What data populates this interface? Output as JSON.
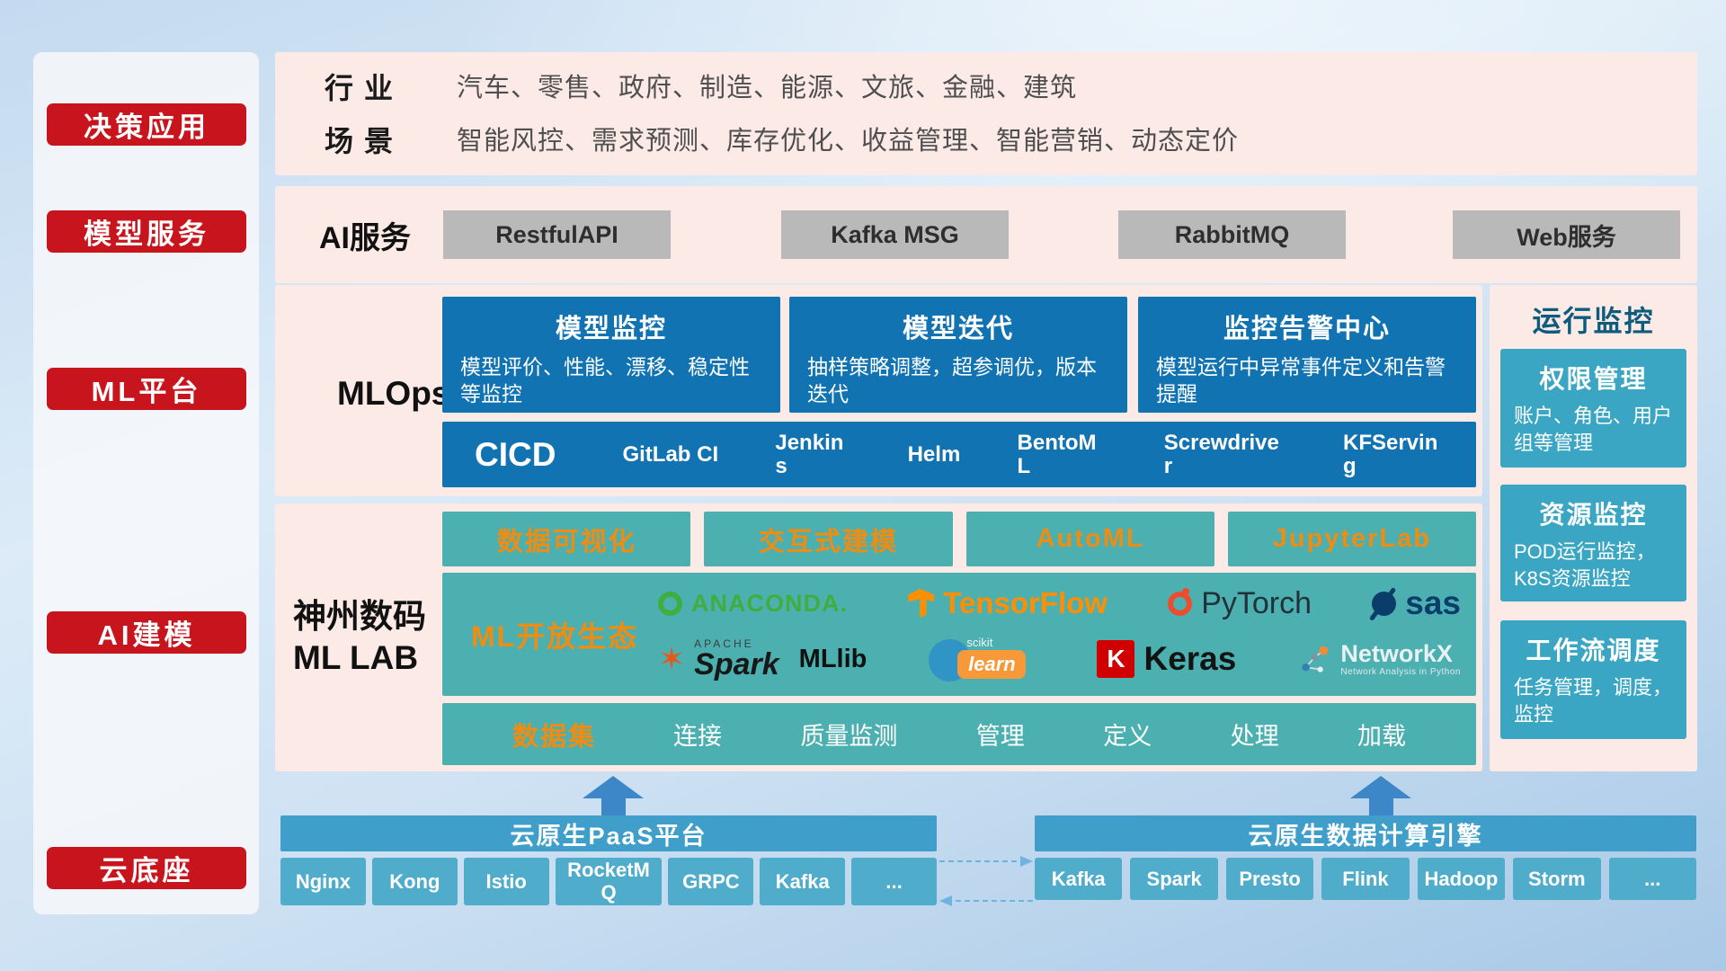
{
  "colors": {
    "brand_red": "#c8141c",
    "panel_pink": "#fceae6",
    "primary_blue": "#1273b2",
    "lab_teal": "#4db0b0",
    "monitor_teal": "#3aa6c3",
    "foundation_blue": "#3f9fca",
    "button_teal": "#4fadcb",
    "accent_orange": "#ef8c12"
  },
  "sidebar": {
    "items": [
      {
        "label": "决策应用"
      },
      {
        "label": "模型服务"
      },
      {
        "label": "ML平台"
      },
      {
        "label": "AI建模"
      },
      {
        "label": "云底座"
      }
    ]
  },
  "industry": {
    "rows": [
      {
        "label": "行业",
        "text": "汽车、零售、政府、制造、能源、文旅、金融、建筑"
      },
      {
        "label": "场景",
        "text": "智能风控、需求预测、库存优化、收益管理、智能营销、动态定价"
      }
    ]
  },
  "ai_service": {
    "label": "AI服务",
    "items": [
      "RestfulAPI",
      "Kafka MSG",
      "RabbitMQ",
      "Web服务"
    ]
  },
  "mlops": {
    "label": "MLOps",
    "cards": [
      {
        "title": "模型监控",
        "desc": "模型评价、性能、漂移、稳定性等监控"
      },
      {
        "title": "模型迭代",
        "desc": "抽样策略调整，超参调优，版本迭代"
      },
      {
        "title": "监控告警中心",
        "desc": "模型运行中异常事件定义和告警提醒"
      }
    ],
    "cicd_label": "CICD",
    "cicd_items": [
      "GitLab CI",
      "Jenkins",
      "Helm",
      "BentoML",
      "Screwdriver",
      "KFServing"
    ]
  },
  "mllab": {
    "label_line1": "神州数码",
    "label_line2": "ML LAB",
    "tools": [
      "数据可视化",
      "交互式建模",
      "AutoML",
      "JupyterLab"
    ],
    "eco_label": "ML开放生态",
    "dataset_label": "数据集",
    "dataset_items": [
      "连接",
      "质量监测",
      "管理",
      "定义",
      "处理",
      "加载"
    ]
  },
  "icons": {
    "spark_star": "✶"
  },
  "logos": {
    "anaconda": "ANACONDA.",
    "tensorflow": "TensorFlow",
    "pytorch": "PyTorch",
    "sas": "sas",
    "spark_apache": "APACHE",
    "spark": "Spark",
    "mllib": "MLlib",
    "scikit_top": "scikit",
    "scikit_learn": "learn",
    "keras_k": "K",
    "keras": "Keras",
    "networkx": "NetworkX",
    "networkx_sub": "Network Analysis in Python"
  },
  "monitoring": {
    "title": "运行监控",
    "cards": [
      {
        "title": "权限管理",
        "desc": "账户、角色、用户组等管理"
      },
      {
        "title": "资源监控",
        "desc": "POD运行监控，K8S资源监控"
      },
      {
        "title": "工作流调度",
        "desc": "任务管理，调度，监控"
      }
    ]
  },
  "foundation": {
    "paas_title": "云原生PaaS平台",
    "paas_items": [
      "Nginx",
      "Kong",
      "Istio",
      "RocketMQ",
      "GRPC",
      "Kafka",
      "..."
    ],
    "engine_title": "云原生数据计算引擎",
    "engine_items": [
      "Kafka",
      "Spark",
      "Presto",
      "Flink",
      "Hadoop",
      "Storm",
      "..."
    ]
  }
}
